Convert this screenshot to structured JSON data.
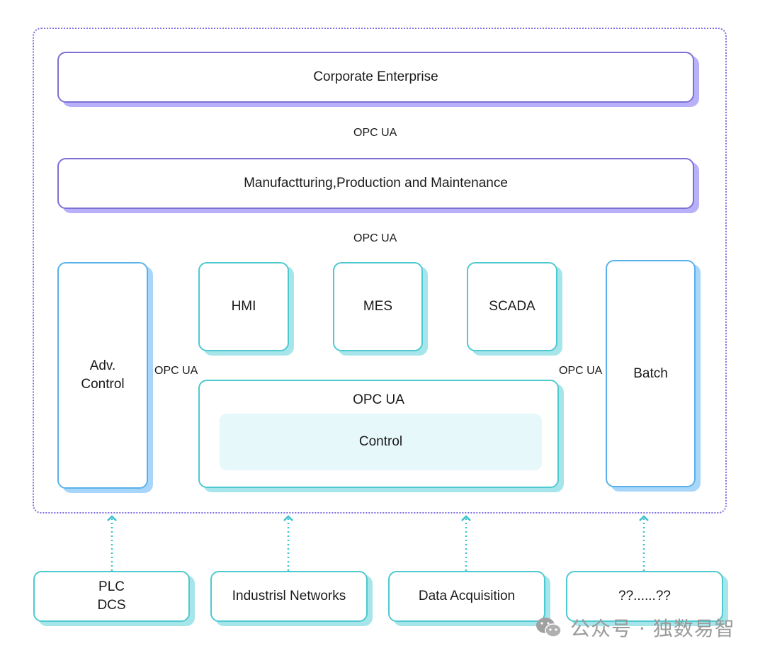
{
  "diagram": {
    "layers": {
      "corporate": "Corporate Enterprise",
      "manufacturing": "Manufactturing,Production and Maintenance"
    },
    "connectors": {
      "opc_top": "OPC UA",
      "opc_middle": "OPC UA",
      "opc_left": "OPC UA",
      "opc_right": "OPC UA",
      "opc_control": "OPC UA"
    },
    "systems": {
      "adv_control": "Adv.\nControl",
      "hmi": "HMI",
      "mes": "MES",
      "scada": "SCADA",
      "batch": "Batch",
      "control": "Control"
    },
    "sources": [
      {
        "label": "PLC\nDCS"
      },
      {
        "label": "Industrisl Networks"
      },
      {
        "label": "Data Acquisition"
      },
      {
        "label": "??......??"
      }
    ],
    "colors": {
      "frame": "#7b6fe0",
      "purple_border": "#7d6fd6",
      "purple_shadow": "#b8b0f8",
      "blue_border": "#5ab1ea",
      "blue_shadow": "#a8d6fb",
      "teal_border": "#4ec9cf",
      "teal_shadow": "#a6e5e9",
      "control_fill": "#e6f8fa",
      "arrow": "#3cc3cc"
    }
  },
  "watermark": {
    "text": "公众号 · 独数易智",
    "icon": "wechat-icon"
  }
}
